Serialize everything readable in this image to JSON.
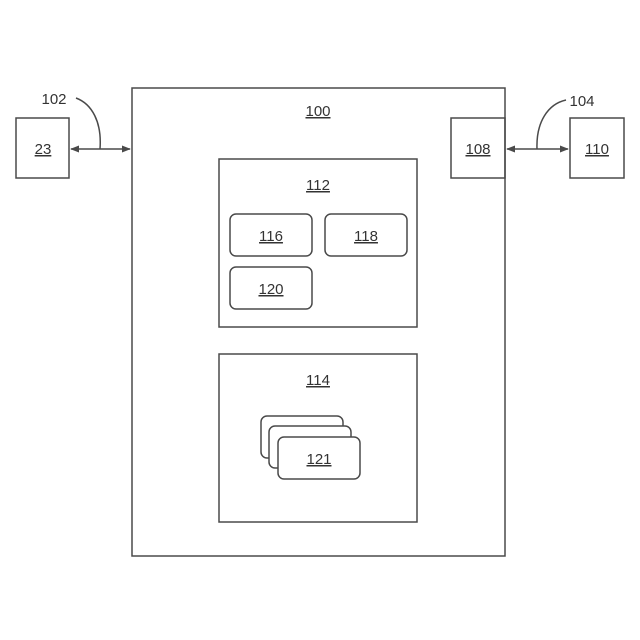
{
  "colors": {
    "stroke": "#4a4a4a",
    "text": "#333333",
    "background": "#ffffff"
  },
  "labels": {
    "main": "100",
    "upper_block": "112",
    "lower_block": "114",
    "module_116": "116",
    "module_118": "118",
    "module_120": "120",
    "stacked_module": "121",
    "left_device": "23",
    "interface": "108",
    "right_device": "110",
    "left_link_ref": "102",
    "right_link_ref": "104"
  }
}
